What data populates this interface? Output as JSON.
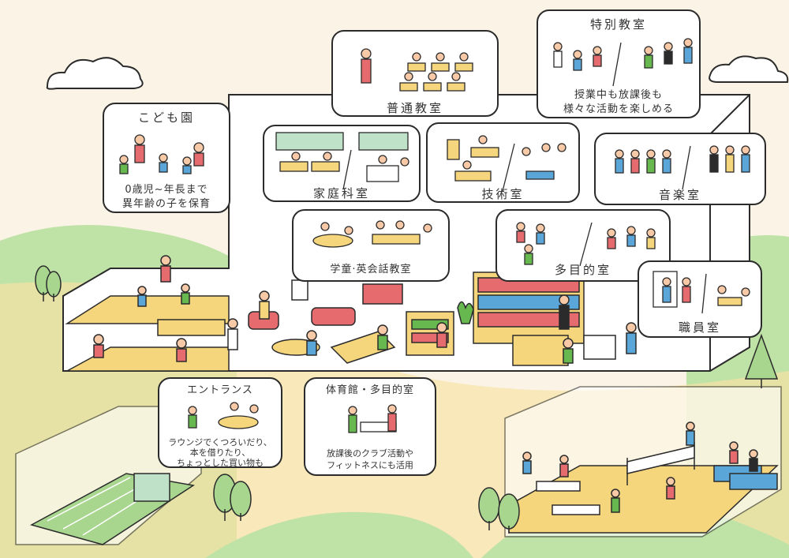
{
  "colors": {
    "background": "#fbf4e6",
    "hill": "#bfe2a6",
    "floor": "#f6d67c",
    "line": "#2b2b2b",
    "accent_red": "#e56b6f",
    "accent_blue": "#5aa6d8",
    "accent_green": "#66b84f",
    "board_green": "#bfe1c7"
  },
  "rooms": {
    "kodomo_en": {
      "title": "こども園",
      "desc1": "0歳児~年長まで",
      "desc2": "異年齢の子を保育"
    },
    "futsu": {
      "title": "普通教室"
    },
    "tokubetsu": {
      "title": "特別教室",
      "desc1": "授業中も放課後も",
      "desc2": "様々な活動を楽しめる"
    },
    "katei": {
      "title": "家庭科室"
    },
    "gijutsu": {
      "title": "技術室"
    },
    "ongaku": {
      "title": "音楽室"
    },
    "gakudo": {
      "title": "学童·英会話教室"
    },
    "tamokuteki": {
      "title": "多目的室"
    },
    "shokuin": {
      "title": "職員室"
    },
    "entrance": {
      "title": "エントランス",
      "desc1": "ラウンジでくつろいだり、",
      "desc2": "本を借りたり、",
      "desc3": "ちょっとした買い物も"
    },
    "taiikukan": {
      "title": "体育館・多目的室",
      "desc1": "放課後のクラブ活動や",
      "desc2": "フィットネスにも活用"
    }
  },
  "icons": {
    "people": "person-figure-icon",
    "cloud": "cloud-icon",
    "tree": "tree-icon",
    "net": "volleyball-net-icon"
  }
}
